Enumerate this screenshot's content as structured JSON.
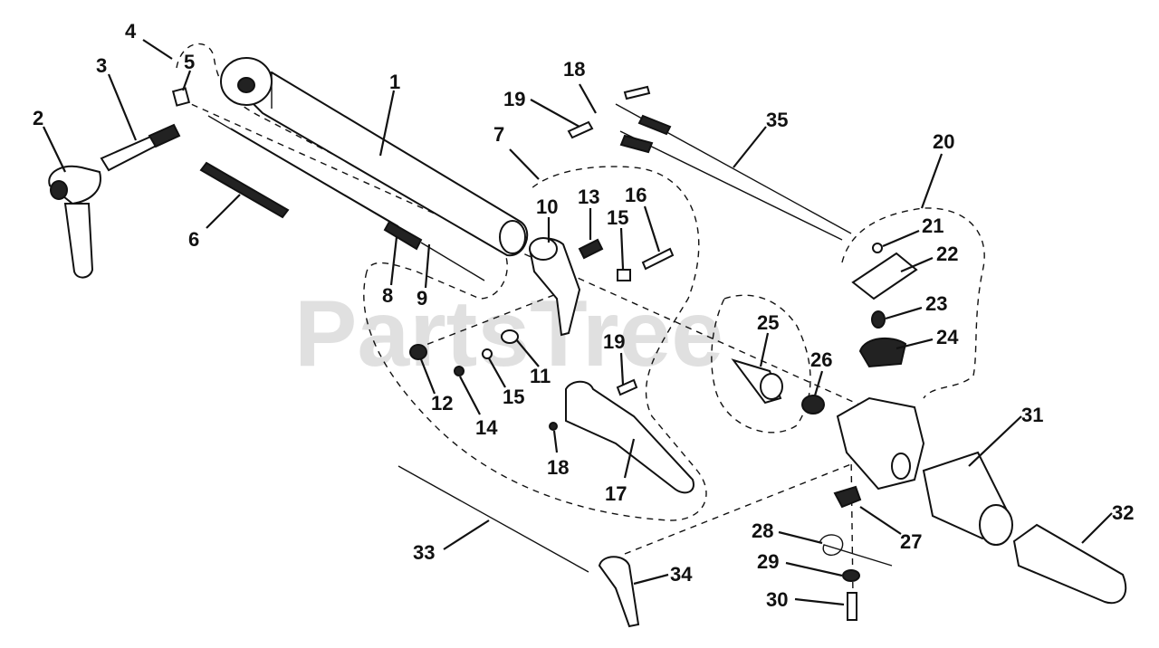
{
  "watermark": "PartsTree",
  "colors": {
    "ink": "#111111",
    "watermark": "#c8c8c8",
    "background": "#ffffff"
  },
  "callouts": [
    "1",
    "2",
    "3",
    "4",
    "5",
    "6",
    "7",
    "8",
    "9",
    "10",
    "11",
    "12",
    "13",
    "14",
    "15",
    "15",
    "16",
    "17",
    "18",
    "18",
    "19",
    "19",
    "20",
    "21",
    "22",
    "23",
    "24",
    "25",
    "26",
    "27",
    "28",
    "29",
    "30",
    "31",
    "32",
    "33",
    "34",
    "35"
  ]
}
